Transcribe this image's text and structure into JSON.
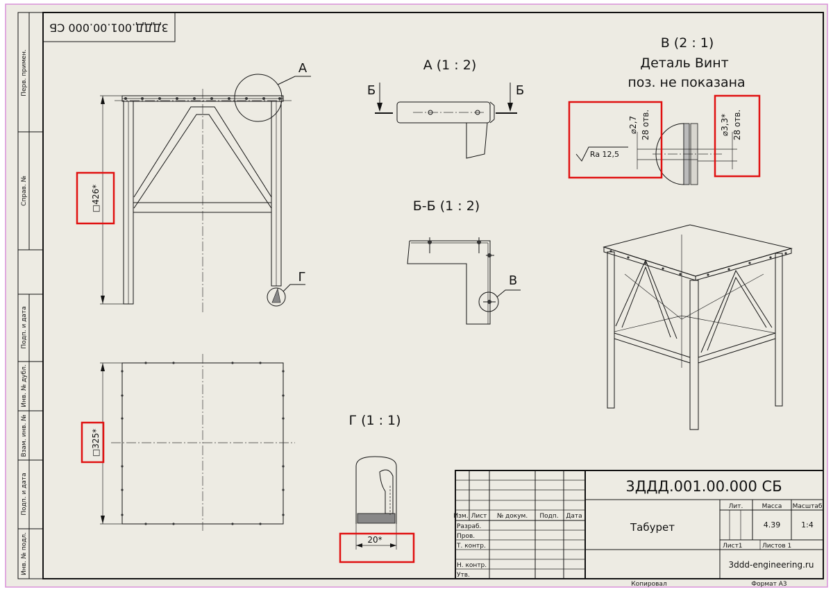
{
  "frame": {
    "side_labels": [
      "Перв. примен.",
      "Справ. №",
      "Подп. и дата",
      "Инв. № дубл.",
      "Взам. инв. №",
      "Подп. и дата",
      "Инв. № подл."
    ],
    "top_code_mirrored": "3ДДД.001.00.000 СБ"
  },
  "views": {
    "callout_a": "А",
    "callout_g": "Г",
    "callout_v": "В",
    "dim_426": "□426*",
    "dim_325": "□325*",
    "view_a_title": "А (1 : 2)",
    "section_mark": "Б",
    "view_bb_title": "Б-Б (1 : 2)",
    "view_g_title": "Г (1 : 1)",
    "dim_20": "20*",
    "view_v_title": "В (2 : 1)",
    "view_v_sub1": "Деталь Винт",
    "view_v_sub2": "поз.  не показана",
    "hole_left_dia": "⌀2,7",
    "hole_left_count": "28 отв.",
    "hole_right_dia": "⌀3,3*",
    "hole_right_count": "28 отв.",
    "roughness": "Ra 12,5"
  },
  "title_block": {
    "code": "3ДДД.001.00.000 СБ",
    "name": "Табурет",
    "col_headers": [
      "Изм.",
      "Лист",
      "№ докум.",
      "Подп.",
      "Дата"
    ],
    "roles": [
      "Разраб.",
      "Пров.",
      "Т. контр.",
      "Н. контр.",
      "Утв."
    ],
    "lit_label": "Лит.",
    "mass_label": "Масса",
    "scale_label": "Масштаб",
    "mass_value": "4.39",
    "scale_value": "1:4",
    "sheet_label": "Лист1",
    "sheets_label": "Листов 1",
    "org": "3ddd-engineering.ru",
    "copied": "Копировал",
    "format": "Формат А3"
  }
}
